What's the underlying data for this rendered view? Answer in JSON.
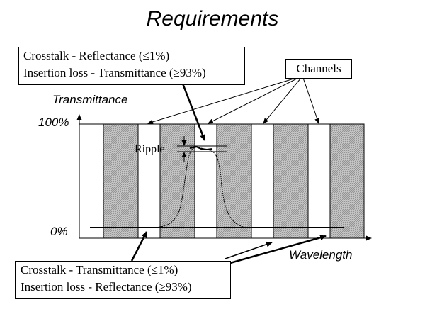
{
  "title": "Requirements",
  "top_box": {
    "line1": "Crosstalk - Reflectance (≤1%)",
    "line2": "Insertion loss - Transmittance (≥93%)"
  },
  "bottom_box": {
    "line1": "Crosstalk - Transmittance (≤1%)",
    "line2": "Insertion loss - Reflectance (≥93%)"
  },
  "channels_label": "Channels",
  "y_axis": {
    "label": "Transmittance",
    "tick_top": "100%",
    "tick_bottom": "0%"
  },
  "x_axis": {
    "label": "Wavelength"
  },
  "ripple_label": "Ripple"
}
